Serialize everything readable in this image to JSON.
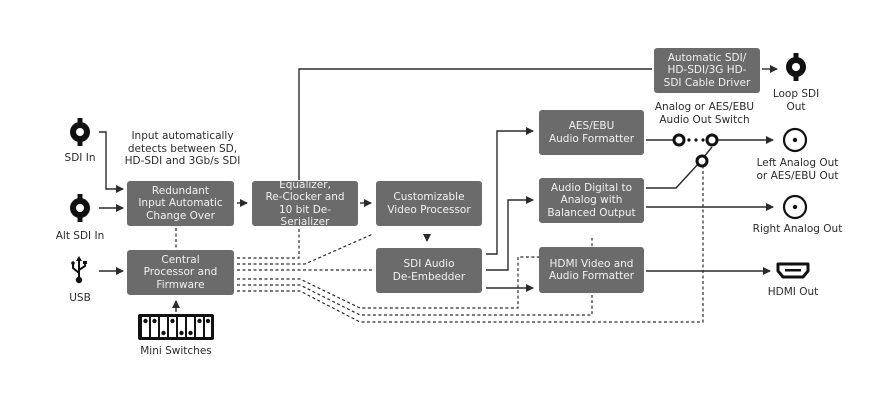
{
  "title": "Signal flow block diagram",
  "colors": {
    "box": "#6b6b6b",
    "box_text": "#f2f2f2",
    "line": "#2b2b2b",
    "label": "#2b2b2b",
    "background": "#ffffff"
  },
  "inputs": {
    "sdi_in": "SDI In",
    "alt_sdi_in": "Alt SDI In",
    "usb": "USB",
    "mini_switches": "Mini Switches"
  },
  "notes": {
    "input_detect": [
      "Input automatically",
      "detects between SD,",
      "HD-SDI and 3Gb/s SDI"
    ],
    "audio_switch": [
      "Analog or AES/EBU",
      "Audio Out Switch"
    ]
  },
  "blocks": {
    "redundant_input": [
      "Redundant",
      "Input Automatic",
      "Change Over"
    ],
    "central_processor": [
      "Central",
      "Processor and",
      "Firmware"
    ],
    "equalizer": [
      "Equalizer,",
      "Re-Clocker and",
      "10 bit De-Serializer"
    ],
    "video_processor": [
      "Customizable",
      "Video Processor"
    ],
    "sdi_audio_deembedder": [
      "SDI Audio",
      "De-Embedder"
    ],
    "cable_driver": [
      "Automatic SDI/",
      "HD-SDI/3G HD-",
      "SDI Cable Driver"
    ],
    "aes_ebu_formatter": [
      "AES/EBU",
      "Audio Formatter"
    ],
    "audio_dac": [
      "Audio Digital to",
      "Analog with",
      "Balanced Output"
    ],
    "hdmi_formatter": [
      "HDMI Video and",
      "Audio Formatter"
    ]
  },
  "outputs": {
    "loop_sdi": [
      "Loop SDI",
      "Out"
    ],
    "left_analog": [
      "Left Analog Out",
      "or AES/EBU Out"
    ],
    "right_analog": [
      "Right Analog Out"
    ],
    "hdmi_out": [
      "HDMI Out"
    ]
  },
  "icons": {
    "bnc_connector": "bnc-connector-icon",
    "rca_connector": "rca-connector-icon",
    "usb": "usb-icon",
    "hdmi": "hdmi-port-icon",
    "dip_switch": "dip-switch-icon"
  }
}
